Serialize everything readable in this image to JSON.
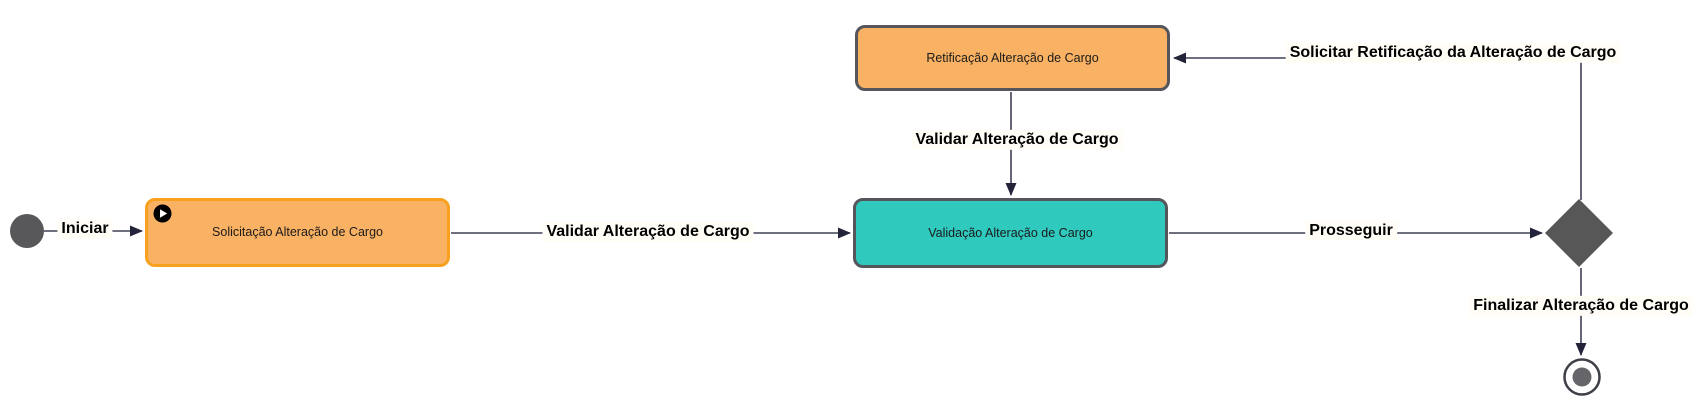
{
  "diagram": {
    "type": "workflow-activity-diagram",
    "colors": {
      "orange_fill": "#F9B163",
      "orange_border": "#F7A11F",
      "teal_fill": "#2FC9BE",
      "dark_border": "#54565C",
      "edge_line": "#3F4055",
      "node_gray": "#58585A",
      "label_bg": "#FFFDF6"
    },
    "nodes": {
      "start": {
        "type": "initial-node"
      },
      "solicitacao": {
        "label": "Solicitação Alteração de Cargo",
        "icon": "play-icon"
      },
      "retificacao": {
        "label": "Retificação Alteração de Cargo"
      },
      "validacao": {
        "label": "Validação Alteração de Cargo"
      },
      "decision": {
        "type": "decision-diamond"
      },
      "end": {
        "type": "final-node"
      }
    },
    "edges": [
      {
        "label": "Iniciar",
        "from": "start",
        "to": "solicitacao"
      },
      {
        "label": "Validar Alteração de Cargo",
        "from": "solicitacao",
        "to": "validacao"
      },
      {
        "label": "Validar Alteração de Cargo",
        "from": "retificacao",
        "to": "validacao"
      },
      {
        "label": "Prosseguir",
        "from": "validacao",
        "to": "decision"
      },
      {
        "label": "Solicitar Retificação da Alteração de Cargo",
        "from": "decision",
        "to": "retificacao"
      },
      {
        "label": "Finalizar Alteração de Cargo",
        "from": "decision",
        "to": "end"
      }
    ]
  }
}
